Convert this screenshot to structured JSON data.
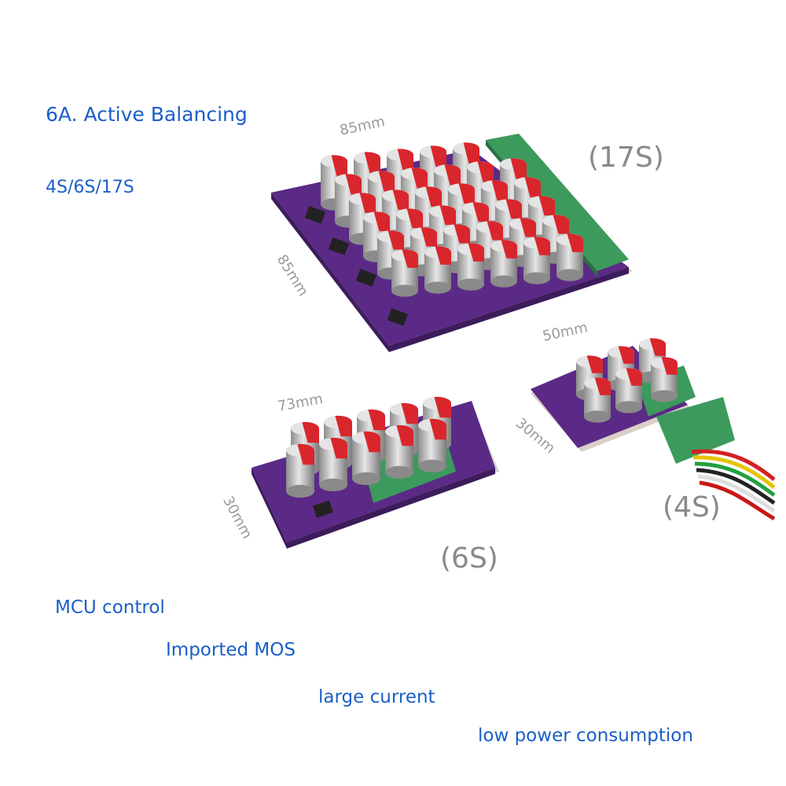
{
  "headline": "6A. Active Balancing",
  "variants_line": "4S/6S/17S",
  "boards": {
    "large": {
      "label": "(17S)",
      "width_dim": "85mm",
      "depth_dim": "85mm"
    },
    "medium": {
      "label": "(6S)",
      "width_dim": "73mm",
      "depth_dim": "30mm"
    },
    "small": {
      "label": "(4S)",
      "width_dim": "50mm",
      "depth_dim": "30mm"
    }
  },
  "features": [
    "MCU control",
    "Imported MOS",
    "large current",
    "low power consumption"
  ],
  "colors": {
    "text_blue": "#1a5fc8",
    "pcb_purple": "#5b2a86",
    "terminal_green": "#3c9a5c",
    "cap_red": "#d9262c",
    "cap_silver": "#c9c9c9"
  }
}
